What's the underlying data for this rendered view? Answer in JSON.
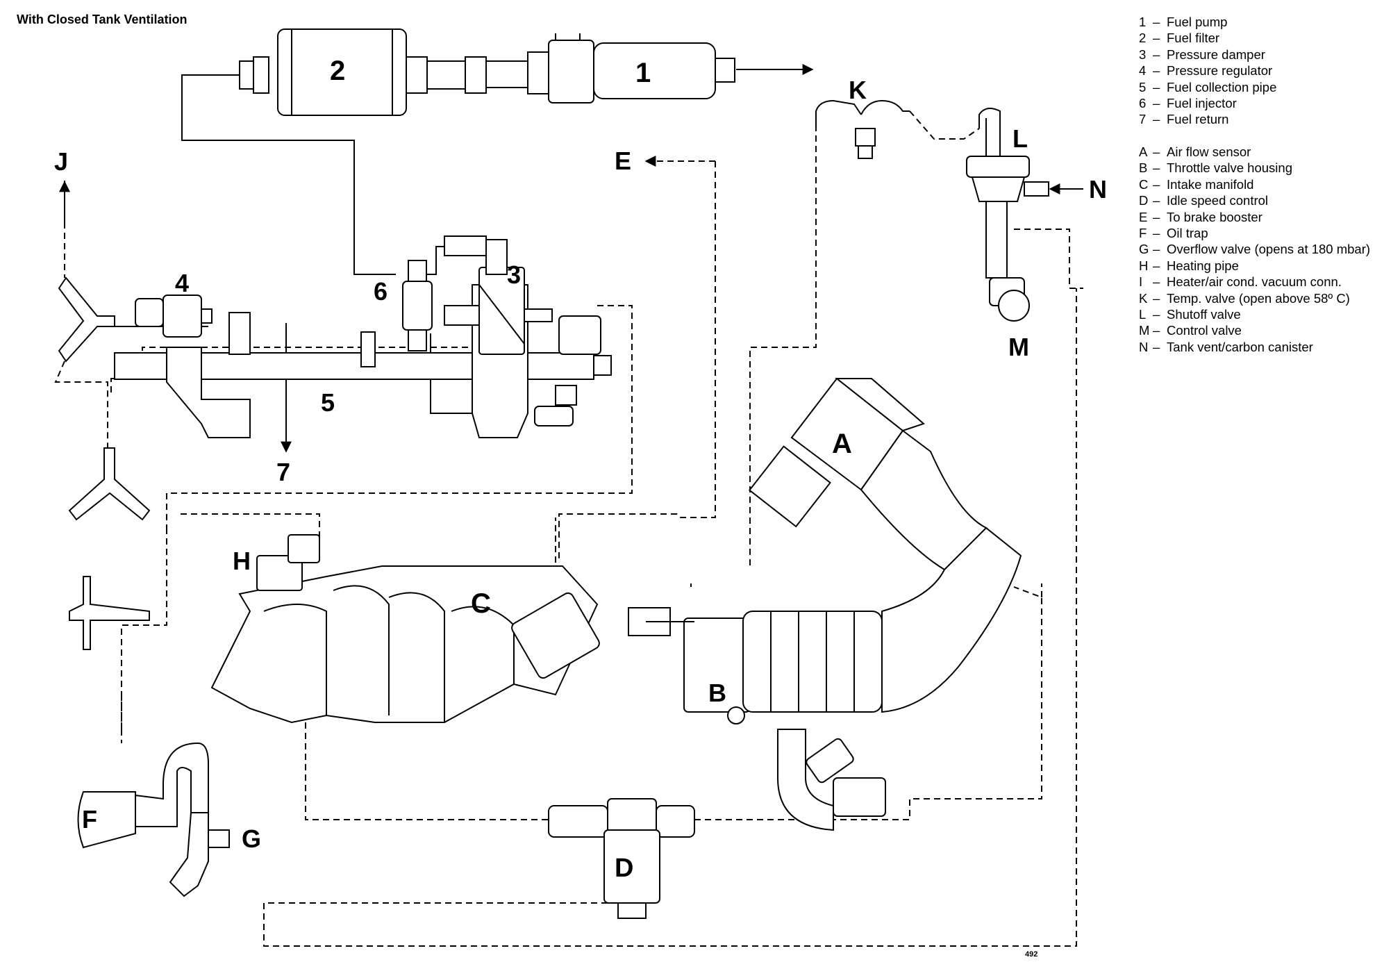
{
  "title": "With Closed Tank Ventilation",
  "legend_numbers": [
    {
      "key": "1",
      "text": "Fuel pump"
    },
    {
      "key": "2",
      "text": "Fuel filter"
    },
    {
      "key": "3",
      "text": "Pressure damper"
    },
    {
      "key": "4",
      "text": "Pressure regulator"
    },
    {
      "key": "5",
      "text": "Fuel collection pipe"
    },
    {
      "key": "6",
      "text": "Fuel injector"
    },
    {
      "key": "7",
      "text": "Fuel return"
    }
  ],
  "legend_letters": [
    {
      "key": "A",
      "text": "Air flow sensor"
    },
    {
      "key": "B",
      "text": "Throttle valve housing"
    },
    {
      "key": "C",
      "text": "Intake manifold"
    },
    {
      "key": "D",
      "text": "Idle speed control"
    },
    {
      "key": "E",
      "text": "To brake booster"
    },
    {
      "key": "F",
      "text": "Oil trap"
    },
    {
      "key": "G",
      "text": "Overflow valve (opens at 180 mbar)"
    },
    {
      "key": "H",
      "text": "Heating pipe"
    },
    {
      "key": "I",
      "text": "Heater/air cond. vacuum conn."
    },
    {
      "key": "K",
      "text": "Temp. valve (open above 58º C)"
    },
    {
      "key": "L",
      "text": "Shutoff valve"
    },
    {
      "key": "M",
      "text": "Control valve"
    },
    {
      "key": "N",
      "text": "Tank vent/carbon canister"
    }
  ],
  "labels": {
    "n1": "1",
    "n2": "2",
    "n3": "3",
    "n4": "4",
    "n5": "5",
    "n6": "6",
    "n7": "7",
    "A": "A",
    "B": "B",
    "C": "C",
    "D": "D",
    "E": "E",
    "F": "F",
    "G": "G",
    "H": "H",
    "J": "J",
    "K": "K",
    "L": "L",
    "M": "M",
    "N": "N"
  },
  "figure_number": "492"
}
